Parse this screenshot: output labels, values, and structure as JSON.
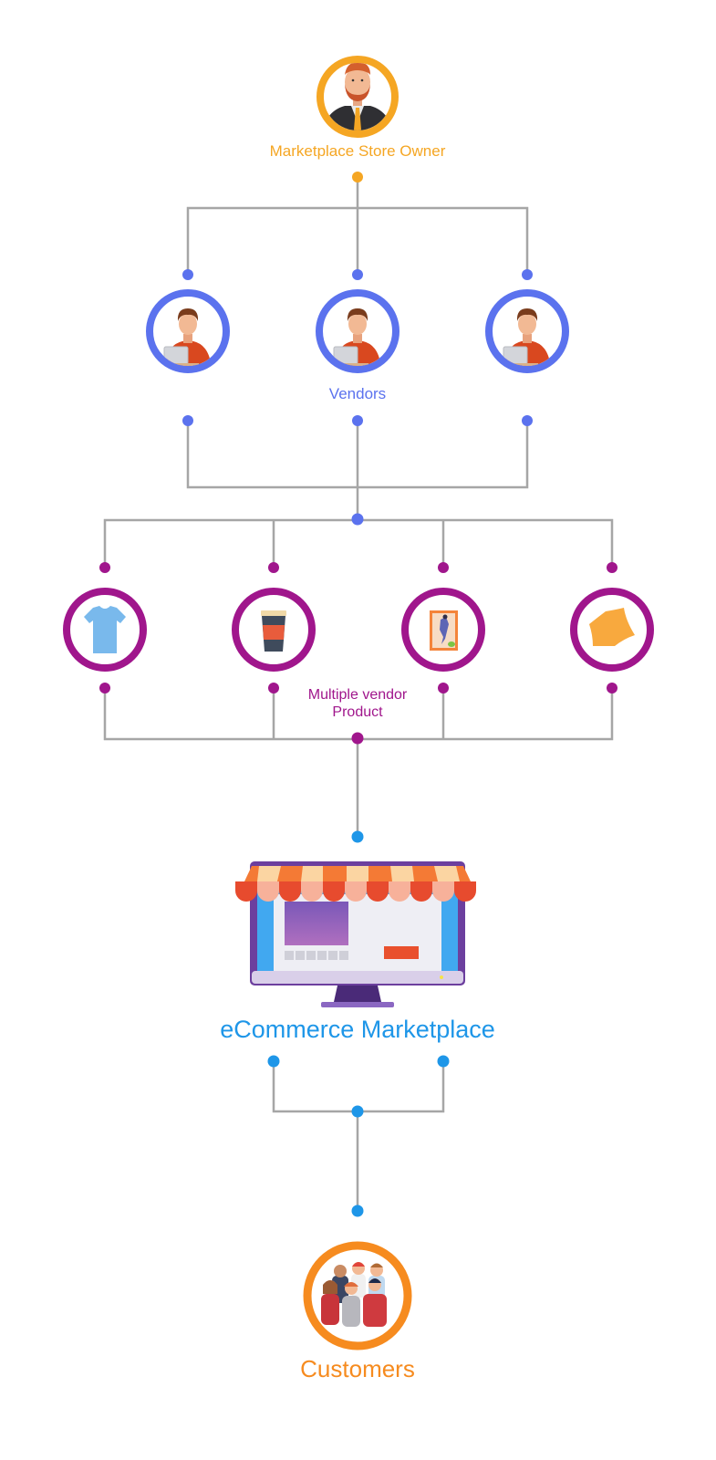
{
  "title": "Multi-vendor eCommerce Marketplace Flow",
  "colors": {
    "owner": "#f5a623",
    "vendor": "#5b72ee",
    "product": "#a0168c",
    "marketplace": "#1e96e8",
    "customers": "#f68b1f",
    "connector": "#a6a6a6"
  },
  "owner": {
    "label": "Marketplace Store Owner",
    "icon": "store-owner-avatar-icon"
  },
  "vendors": {
    "label": "Vendors",
    "items": [
      {
        "icon": "vendor-avatar-icon"
      },
      {
        "icon": "vendor-avatar-icon"
      },
      {
        "icon": "vendor-avatar-icon"
      }
    ]
  },
  "products": {
    "label": "Multiple vendor Product",
    "items": [
      {
        "icon": "tshirt-icon"
      },
      {
        "icon": "coffee-cup-icon"
      },
      {
        "icon": "picture-frame-icon"
      },
      {
        "icon": "pillow-icon"
      }
    ]
  },
  "marketplace": {
    "label": "eCommerce Marketplace",
    "icon": "storefront-monitor-icon"
  },
  "customers": {
    "label": "Customers",
    "icon": "customer-group-icon"
  }
}
